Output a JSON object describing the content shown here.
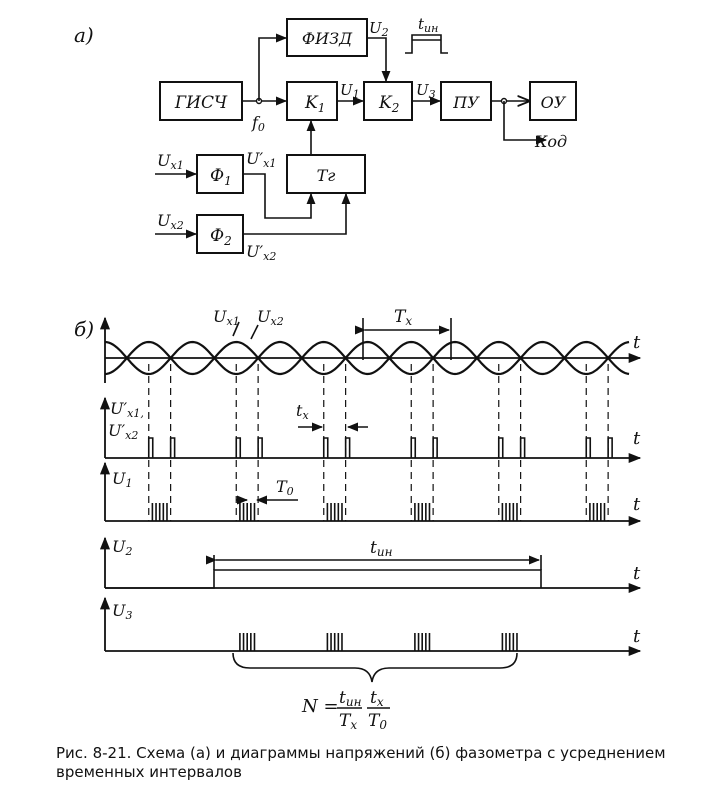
{
  "part_labels": {
    "a": "а)",
    "b": "б)"
  },
  "blocks": {
    "gisch": "ГИСЧ",
    "fizd": "ФИЗД",
    "k1": "K",
    "k1_sub": "1",
    "k2": "K",
    "k2_sub": "2",
    "pu": "ПУ",
    "ou": "ОУ",
    "f1": "Ф",
    "f1_sub": "1",
    "f2": "Ф",
    "f2_sub": "2",
    "tg": "Тг"
  },
  "signals": {
    "u2": "U",
    "u2_sub": "2",
    "u1": "U",
    "u1_sub": "1",
    "u3": "U",
    "u3_sub": "3",
    "f0": "f",
    "f0_sub": "0",
    "ux1_in": "U",
    "ux1_in_sub": "x1",
    "ux2_in": "U",
    "ux2_in_sub": "x2",
    "ux1p": "U′",
    "ux1p_sub": "x1",
    "ux2p": "U′",
    "ux2p_sub": "x2",
    "tin_top": "t",
    "tin_top_sub": "ин",
    "kod": "Код"
  },
  "diagram_b": {
    "ux1": "U",
    "ux1_sub": "x1",
    "ux2": "U",
    "ux2_sub": "x2",
    "tx_big": "T",
    "tx_big_sub": "x",
    "t": "t",
    "row2_l1": "U′",
    "row2_l1_sub": "x1,",
    "row2_l2": "U′",
    "row2_l2_sub": "x2",
    "tx_small": "t",
    "tx_small_sub": "x",
    "row3_l": "U",
    "row3_l_sub": "1",
    "t0": "T",
    "t0_sub": "0",
    "row4_l": "U",
    "row4_l_sub": "2",
    "tin": "t",
    "tin_sub": "ин",
    "row5_l": "U",
    "row5_l_sub": "3",
    "formula_n": "N =",
    "formula_num1": "t",
    "formula_num1_sub": "ин",
    "formula_den1": "T",
    "formula_den1_sub": "x",
    "formula_num2": "t",
    "formula_num2_sub": "x",
    "formula_den2": "T",
    "formula_den2_sub": "0"
  },
  "caption": "Рис. 8-21. Схема (а) и диаграммы напряжений (б) фазометра с усреднением временных интервалов"
}
